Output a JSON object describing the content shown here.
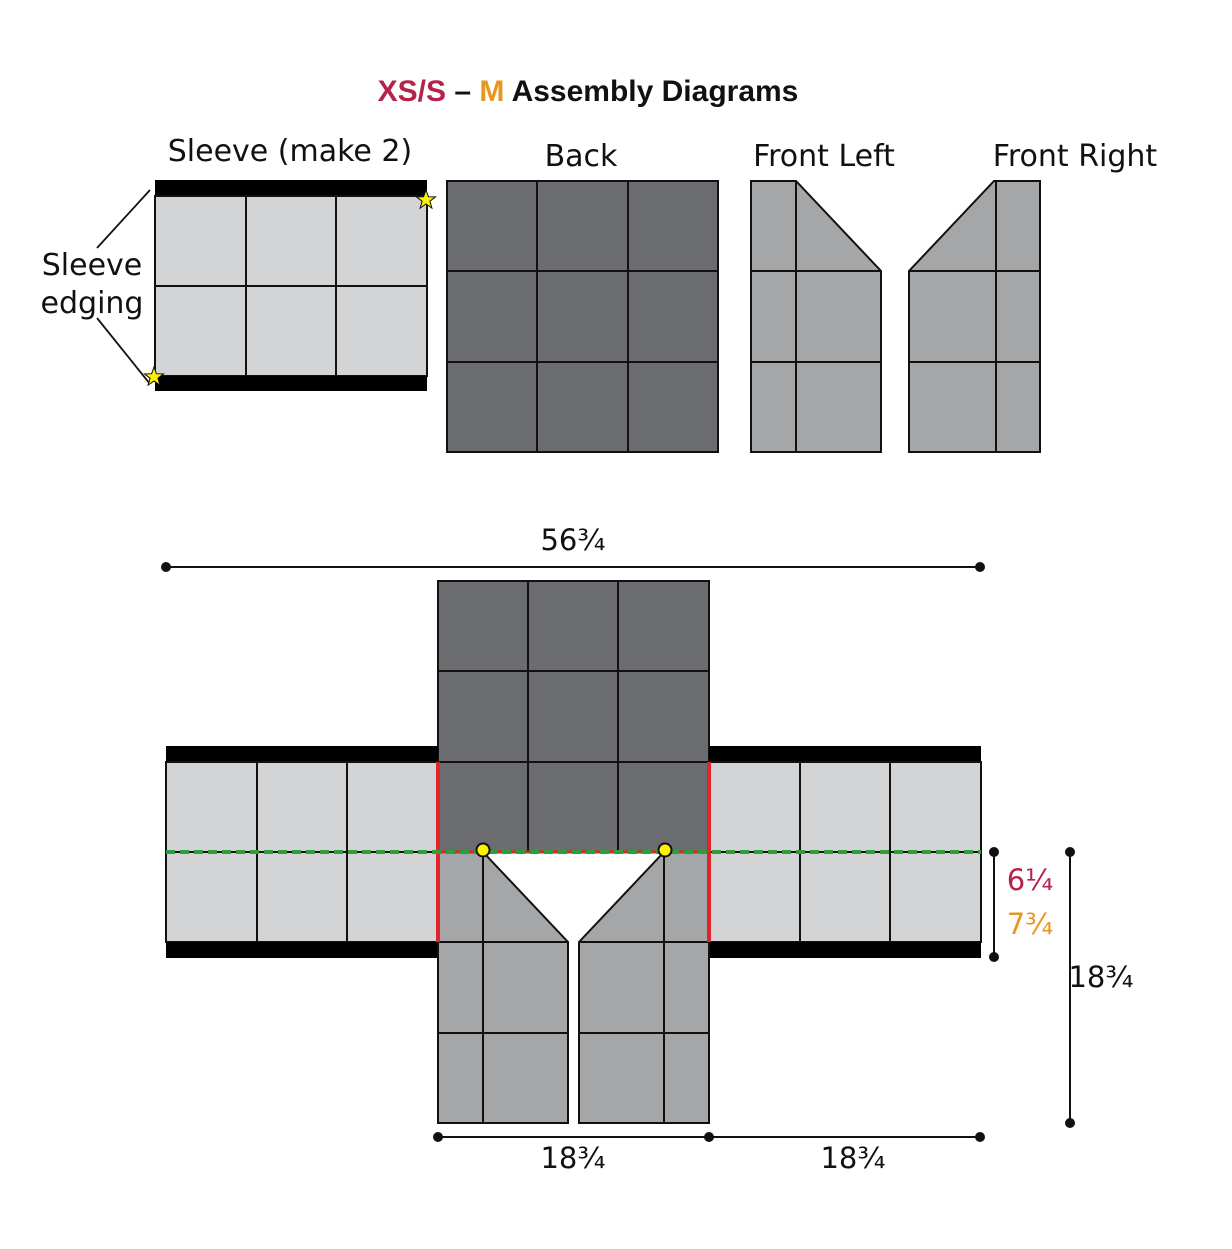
{
  "title": {
    "part1": "XS/S",
    "part2": " – ",
    "part3": "M",
    "part4": " Assembly Diagrams"
  },
  "labels": {
    "sleeve": "Sleeve (make 2)",
    "back": "Back",
    "front_left": "Front Left",
    "front_right": "Front Right",
    "sleeve_edging_line1": "Sleeve",
    "sleeve_edging_line2": "edging"
  },
  "dimensions": {
    "total_width": "56¾",
    "neck_depth_xs": "6¼",
    "neck_depth_m": "7¾",
    "body_height": "18¾",
    "body_width": "18¾",
    "sleeve_length": "18¾"
  },
  "colors": {
    "size_xs_s": "#b5224b",
    "size_m": "#e8971e",
    "back_panel": "#6b6c6f",
    "front_panel": "#a5a6a8",
    "sleeve_panel": "#d3d4d6",
    "edging": "#000000",
    "seam_marker": "#e0262a",
    "fold_line": "#2e9d3a",
    "marker_dot": "#fff200"
  }
}
